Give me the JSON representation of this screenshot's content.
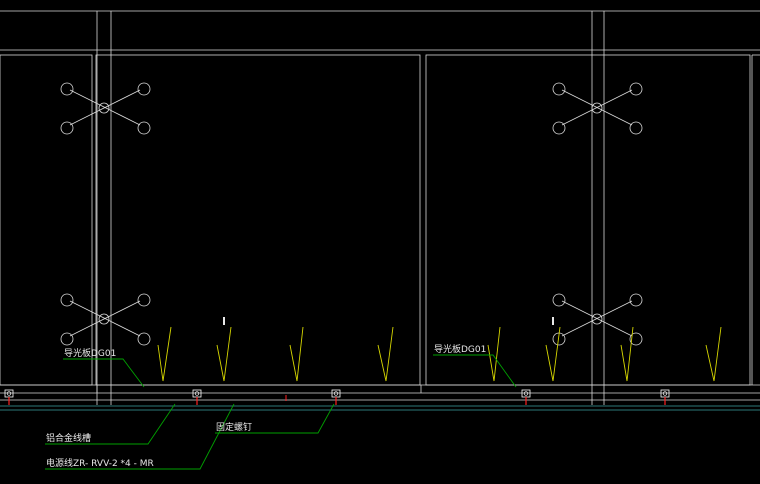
{
  "drawing": {
    "labels": {
      "panel_left": "导光板DG01",
      "panel_right": "导光板DG01",
      "channel": "铝合金线槽",
      "screw": "固定螺钉",
      "cable": "电源线ZR- RVV-2 *4 - MR"
    },
    "colors": {
      "background": "#000000",
      "frame": "#d9d9d9",
      "leader": "#00a000",
      "led": "#d7d700",
      "screw_mark": "#ff2020",
      "rail": "#3aa0a0",
      "fixture_white": "#ffffff"
    }
  }
}
